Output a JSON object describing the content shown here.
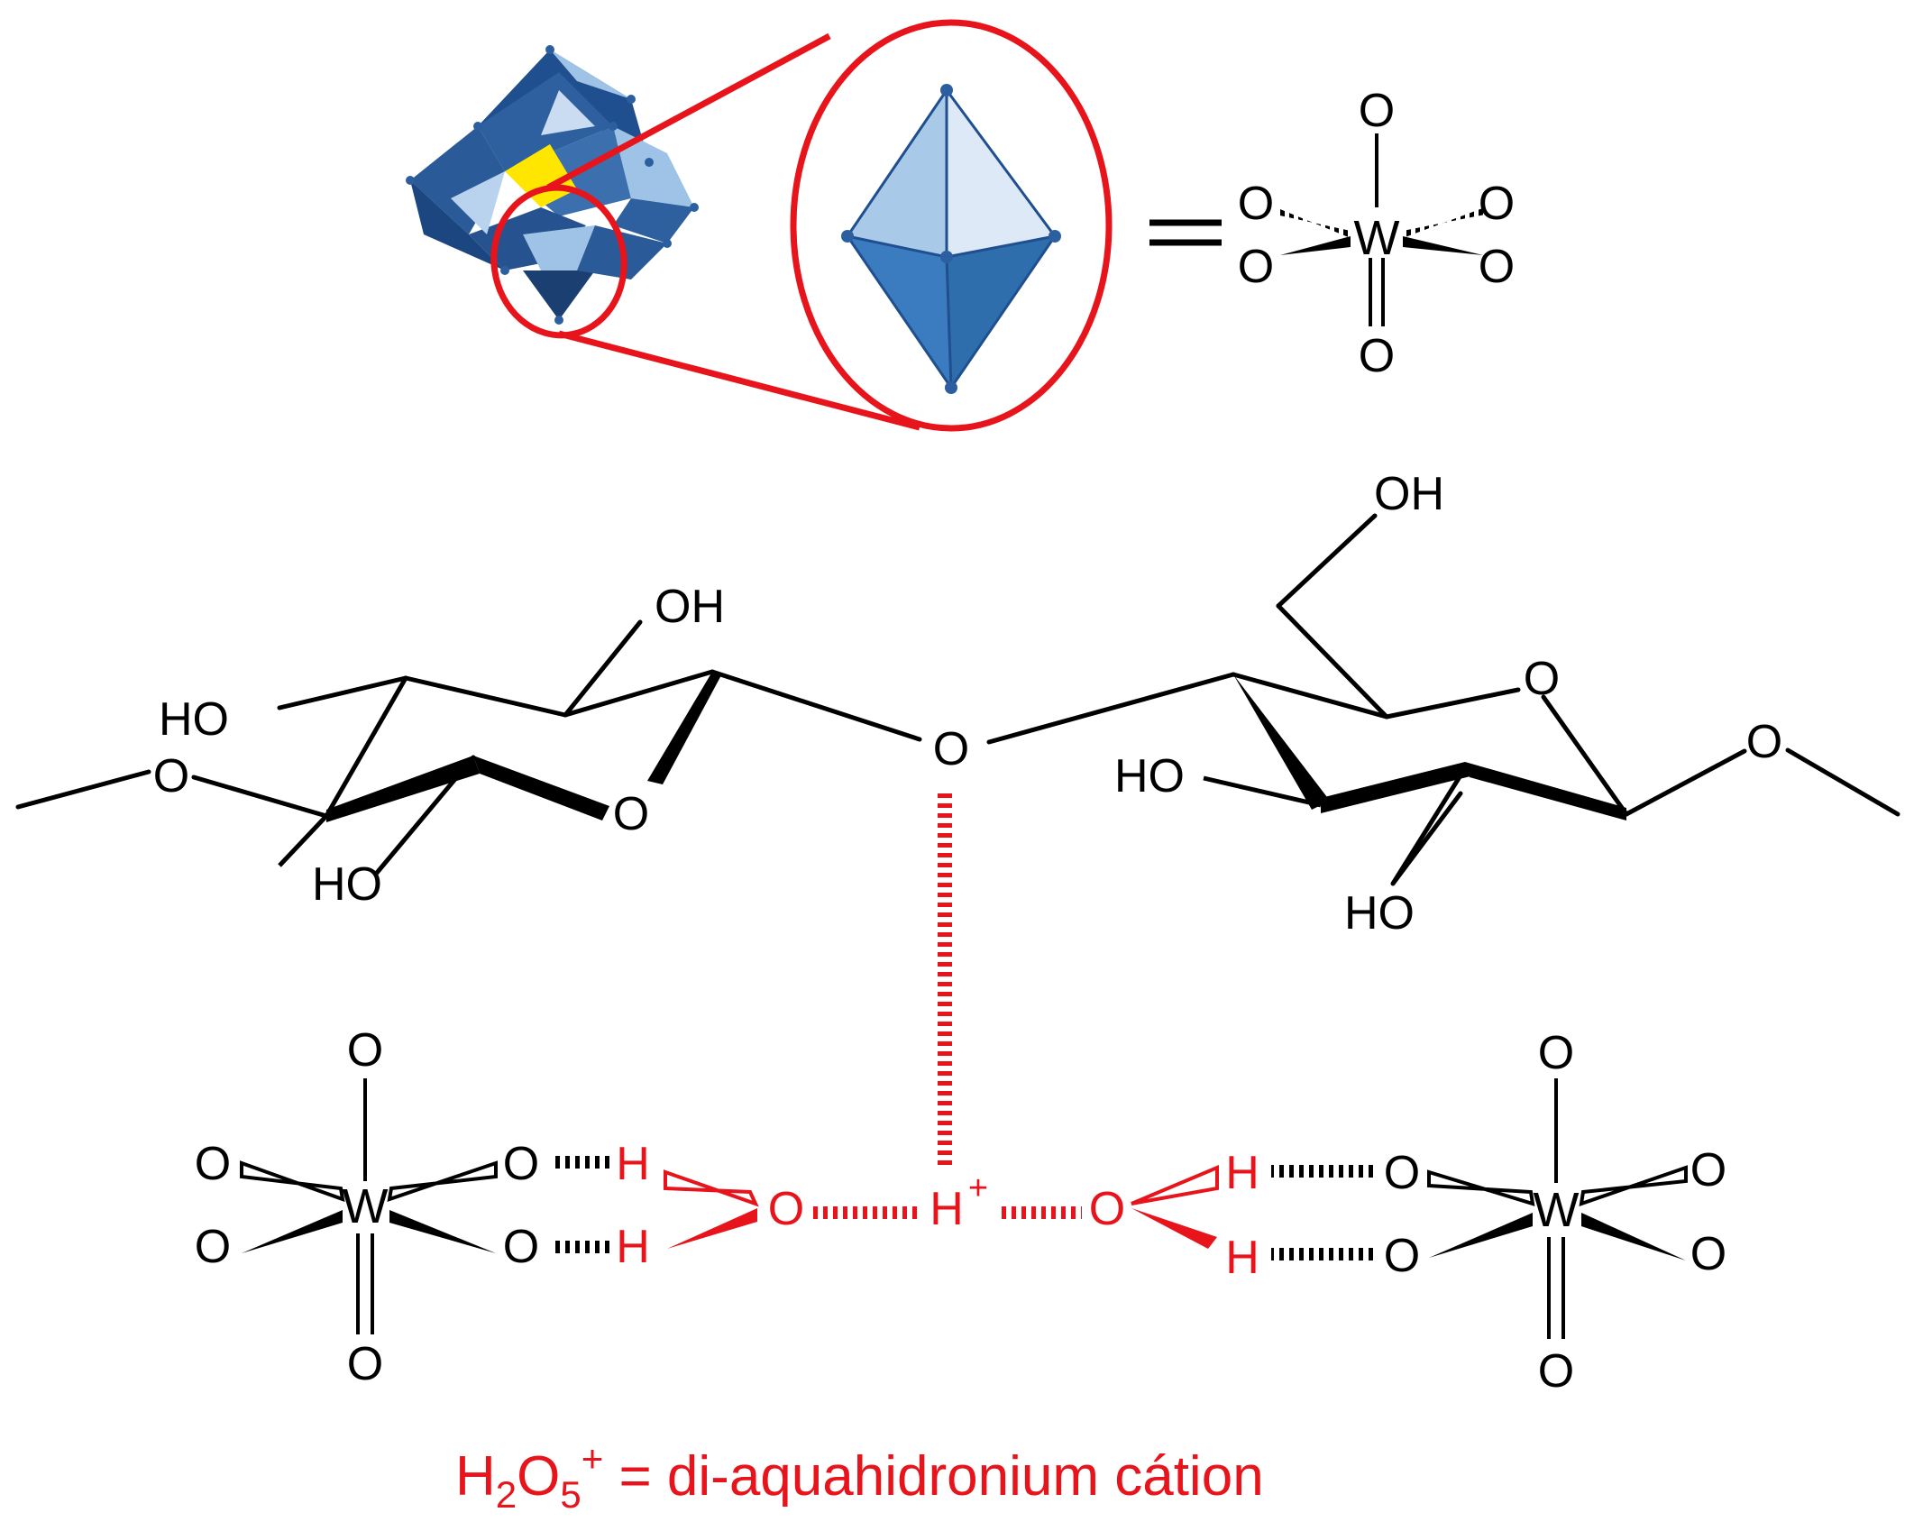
{
  "colors": {
    "red": "#e8141b",
    "black": "#000000",
    "blue_dark": "#2e6ead",
    "blue_mid": "#3b7bbf",
    "blue_light": "#9ec3e6",
    "blue_pale": "#dde9f6",
    "yellow": "#ffe600"
  },
  "top": {
    "oxo_label": "O",
    "metal_label": "W",
    "equals_sign": "="
  },
  "saccharide": {
    "left_ring": {
      "ring_o": "O",
      "oh_top": "OH",
      "ho_left": "HO",
      "ho_bottom": "HO",
      "chain_o": "O"
    },
    "bridge_o": "O",
    "right_ring": {
      "ring_o": "O",
      "oh_top": "OH",
      "ho_left": "HO",
      "ho_bottom": "HO",
      "chain_o": "O"
    }
  },
  "bottom": {
    "left_w": {
      "metal": "W",
      "oxo": "O"
    },
    "right_w": {
      "metal": "W",
      "oxo": "O"
    },
    "hydrogen": "H",
    "water_o": "O",
    "proton_h": "H",
    "proton_charge": "+"
  },
  "caption": {
    "h": "H",
    "sub2": "2",
    "o": "O",
    "sub5": "5",
    "sup": "+",
    "text": " = di-aquahidronium cátion"
  }
}
